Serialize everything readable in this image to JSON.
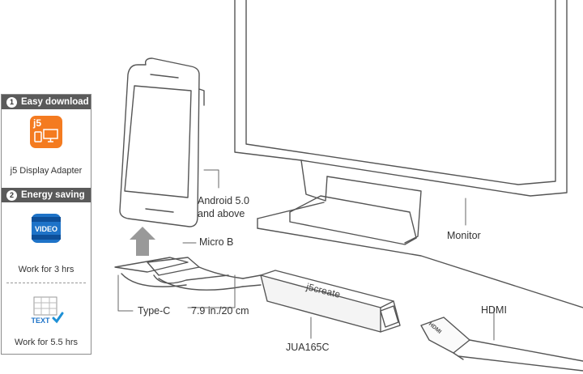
{
  "panel": {
    "section1": {
      "number": "1",
      "title": "Easy download"
    },
    "app_brand": "j5",
    "app_caption": "j5 Display Adapter",
    "section2": {
      "number": "2",
      "title": "Energy saving"
    },
    "video_badge": "VIDEO",
    "video_caption": "Work for 3 hrs",
    "text_badge": "TEXT",
    "text_caption": "Work for 5.5 hrs"
  },
  "labels": {
    "phone": "Android 5.0\nand above",
    "micro_b": "Micro B",
    "type_c": "Type-C",
    "cable_length": "7.9 in./20 cm",
    "adapter_brand": "j5create",
    "model": "JUA165C",
    "hdmi": "HDMI",
    "hdmi_plug": "HDMI",
    "monitor": "Monitor"
  },
  "colors": {
    "panel_header": "#5a5a5a",
    "app_icon": "#f47b20",
    "video_icon": "#1e73c8",
    "check": "#1e90d6",
    "line_art": "#555555"
  }
}
